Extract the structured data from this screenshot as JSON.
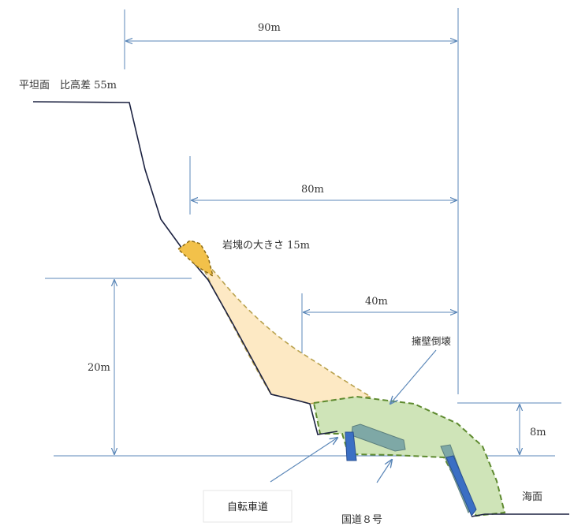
{
  "labels": {
    "plateau": "平坦面　比高差 55m",
    "rock_size": "岩塊の大きさ 15m",
    "retaining_wall": "擁壁倒壊",
    "bike_path": "自転車道",
    "route8": "国道８号",
    "sea": "海面"
  },
  "dimensions": {
    "d90": "90m",
    "d80": "80m",
    "d40": "40m",
    "d20": "20m",
    "d8": "8m"
  },
  "colors": {
    "cliff": "#1b2140",
    "dim_line": "#5b87b8",
    "rock_fill": "#f2c14a",
    "rock_stroke": "#8a6a14",
    "talus_fill": "#fde9c4",
    "talus_stroke": "#b9a24e",
    "debris_fill": "#cfe4b8",
    "debris_stroke": "#5e8a2f",
    "wall_fill": "#3a6fc4",
    "slab_fill": "#7ea8a6"
  }
}
